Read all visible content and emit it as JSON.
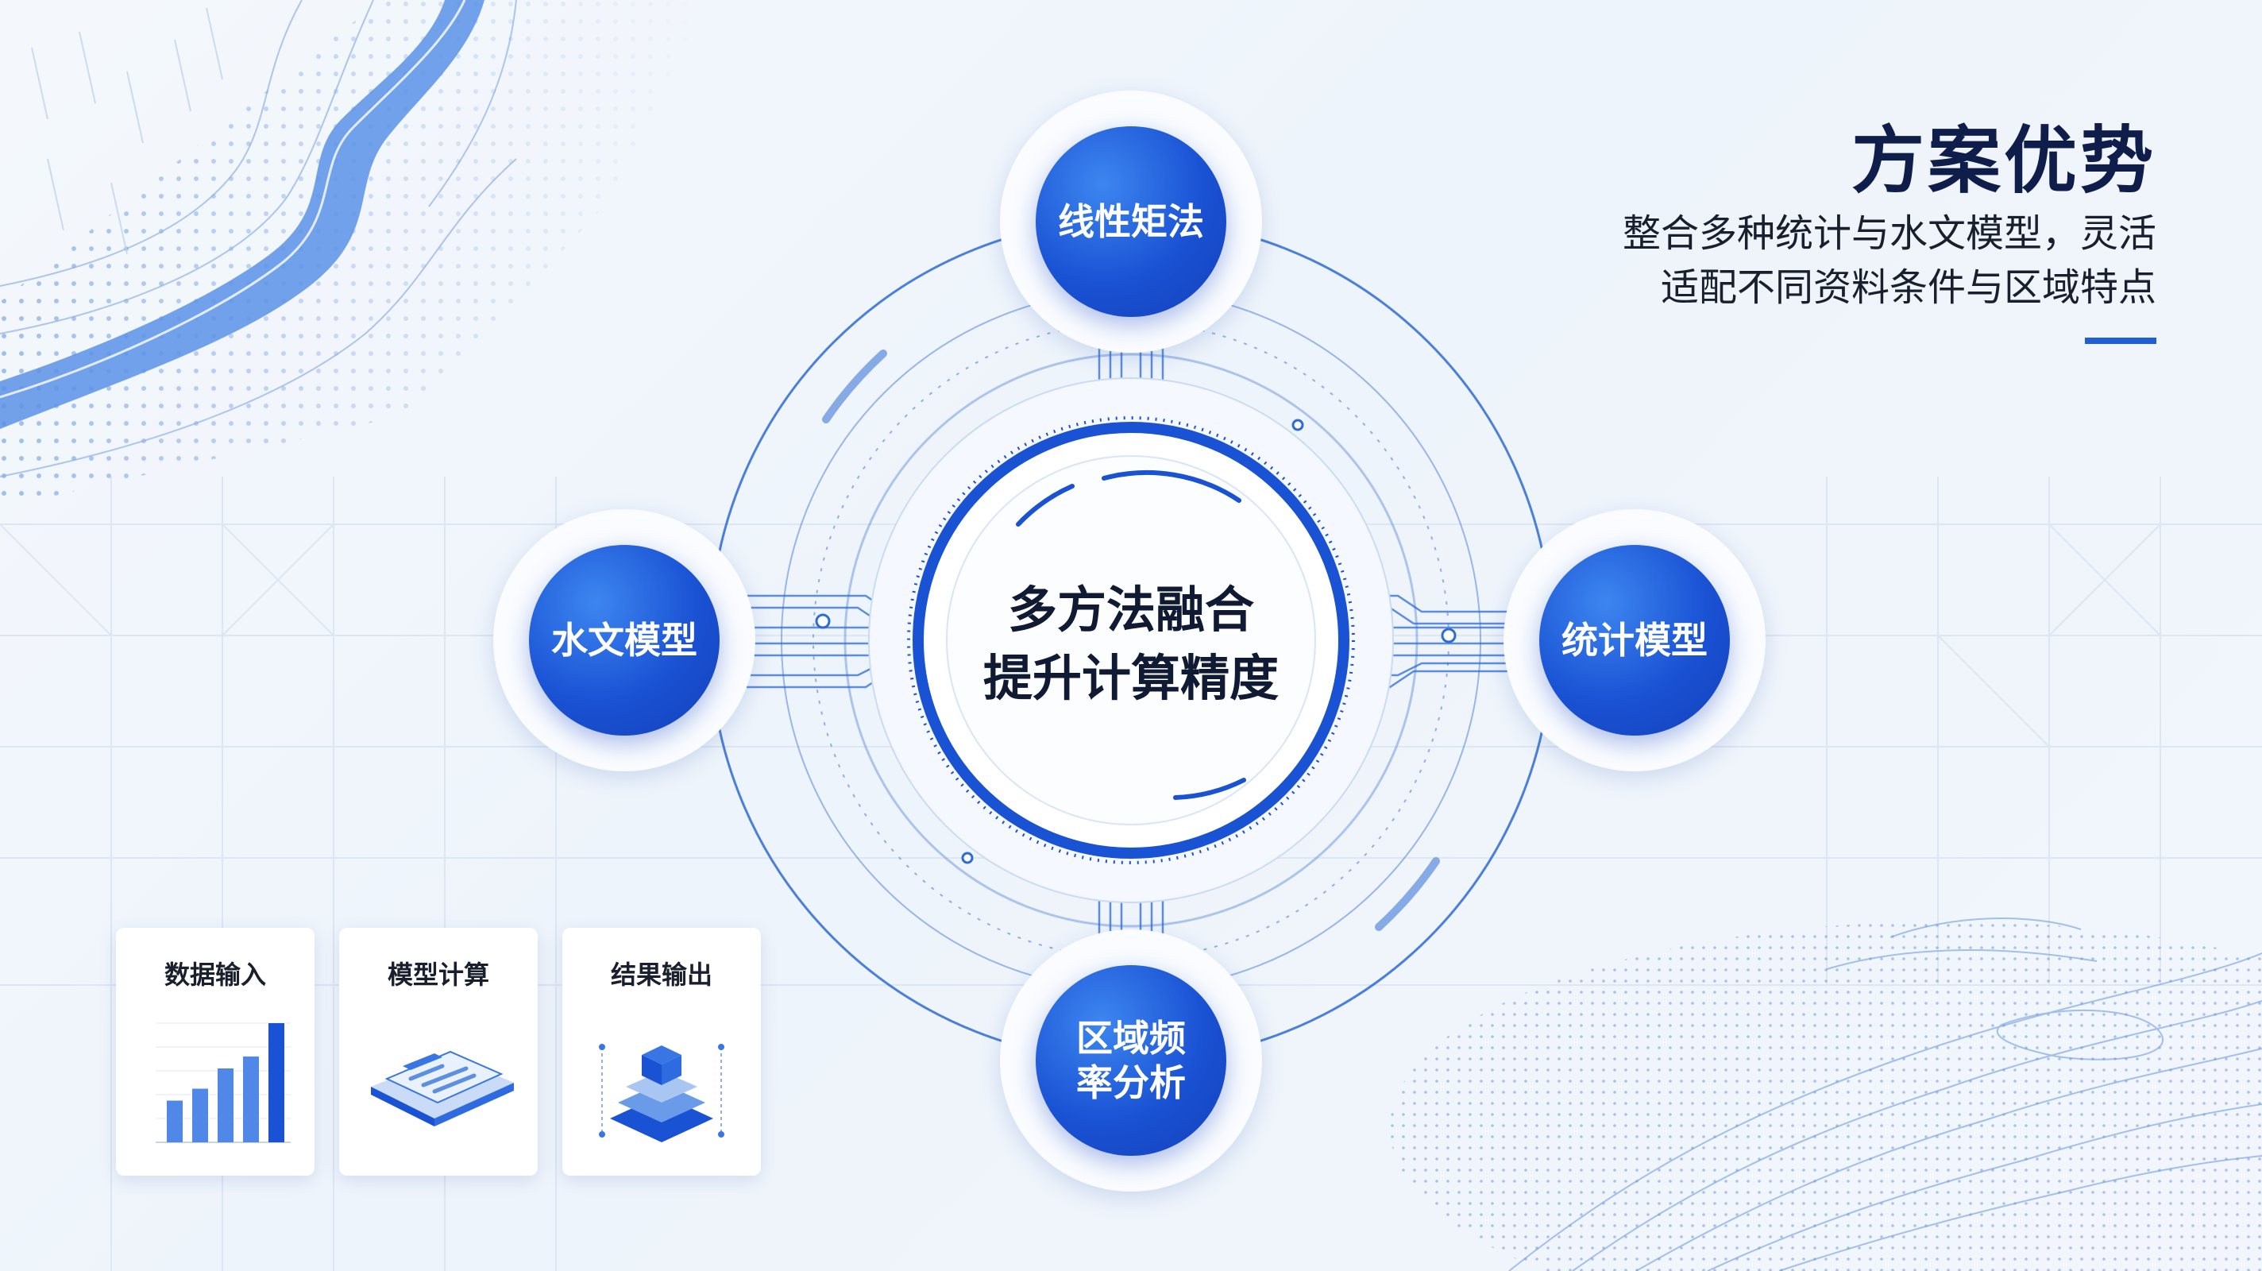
{
  "header": {
    "title": "方案优势",
    "subtitle_lines": [
      "整合多种统计与水文模型，灵活",
      "适配不同资料条件与区域特点"
    ]
  },
  "diagram": {
    "center": {
      "line1": "多方法融合",
      "line2": "提升计算精度"
    },
    "nodes": {
      "top": {
        "lines": [
          "线性矩法"
        ]
      },
      "left": {
        "lines": [
          "水文模型"
        ]
      },
      "right": {
        "lines": [
          "统计模型"
        ]
      },
      "bottom": {
        "lines": [
          "区域频",
          "率分析"
        ]
      }
    }
  },
  "cards": [
    {
      "title": "数据输入",
      "icon": "bar-chart-icon",
      "bar_values": [
        0.35,
        0.45,
        0.62,
        0.72,
        1.0
      ]
    },
    {
      "title": "模型计算",
      "icon": "computing-panel-icon"
    },
    {
      "title": "结果输出",
      "icon": "layer-stack-icon"
    }
  ],
  "colors": {
    "accent": "#1e5fd8",
    "node": "#1a52d4",
    "title": "#0f1d4a",
    "line": "#2d6bd6"
  }
}
